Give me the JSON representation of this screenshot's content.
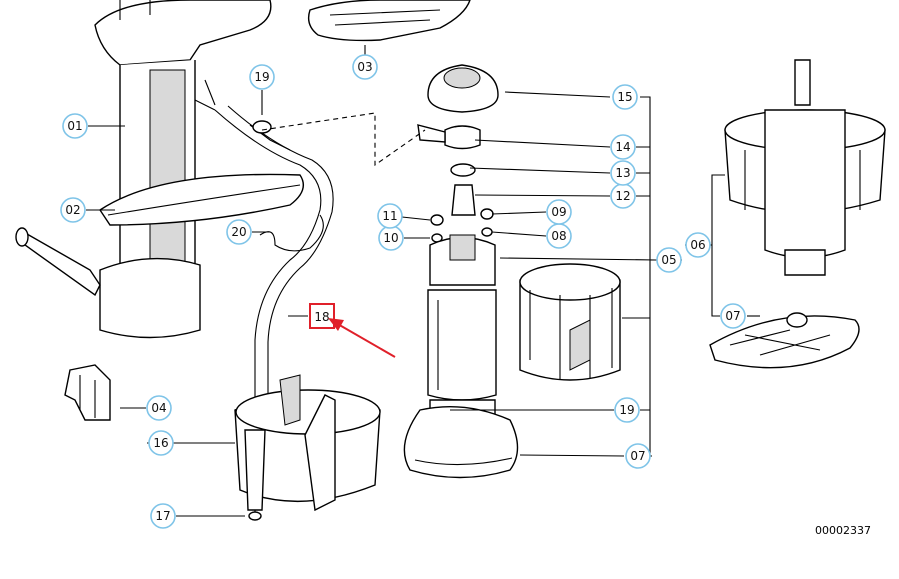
{
  "callouts": {
    "c01": "01",
    "c02": "02",
    "c03": "03",
    "c04": "04",
    "c05": "05",
    "c06": "06",
    "c07a": "07",
    "c07b": "07",
    "c08": "08",
    "c09": "09",
    "c10": "10",
    "c11": "11",
    "c12": "12",
    "c13": "13",
    "c14": "14",
    "c15": "15",
    "c16": "16",
    "c17": "17",
    "c18": "18",
    "c19a": "19",
    "c19b": "19",
    "c20": "20"
  },
  "highlight": {
    "callout": "18",
    "color": "#e0202a",
    "arrow_color": "#e0202a"
  },
  "diagram_id": "00002337",
  "colors": {
    "callout_ring": "#7fc4e8",
    "line": "#000000"
  }
}
